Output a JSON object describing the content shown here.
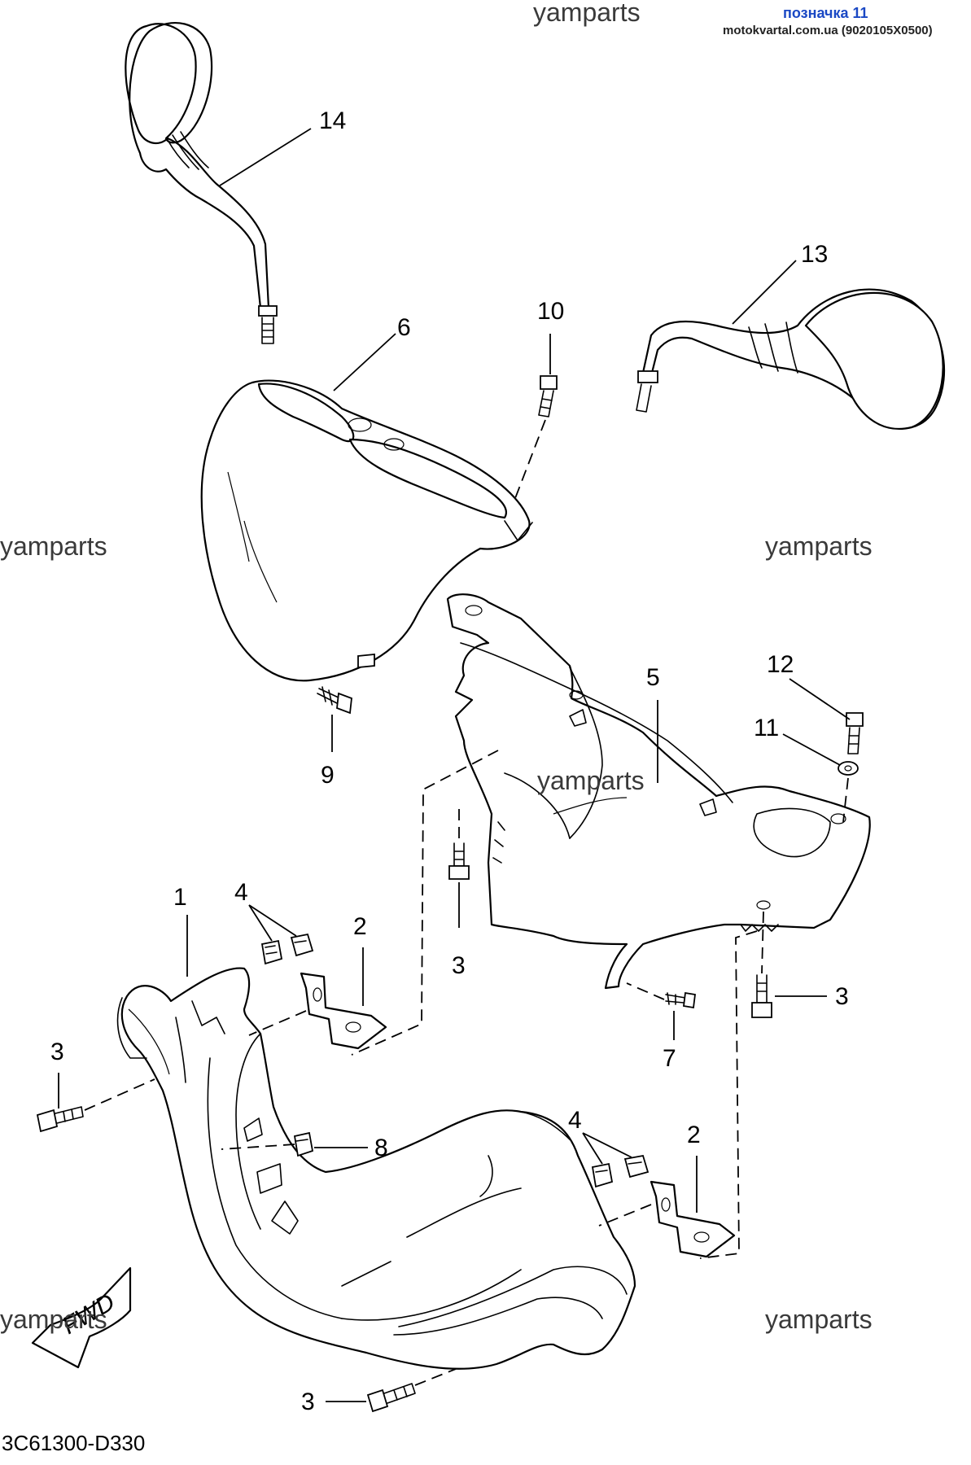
{
  "header": {
    "label": "позначка 11",
    "site": "motokvartal.com.ua (9020105X0500)"
  },
  "watermark": "yamparts",
  "diagram_code": "3C61300-D330",
  "fwd_label": "FWD",
  "callouts": {
    "c14": "14",
    "c13": "13",
    "c10": "10",
    "c6": "6",
    "c12": "12",
    "c11": "11",
    "c5": "5",
    "c9": "9",
    "c1": "1",
    "c4a": "4",
    "c2a": "2",
    "c3a": "3",
    "c3b": "3",
    "c3c": "3",
    "c7": "7",
    "c8": "8",
    "c4b": "4",
    "c2b": "2",
    "c3d": "3"
  }
}
